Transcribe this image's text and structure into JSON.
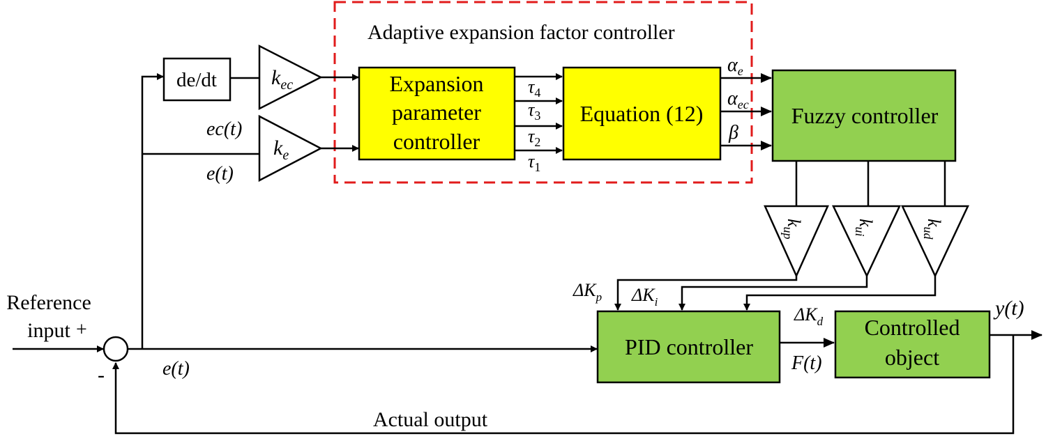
{
  "adaptive_group": {
    "title": "Adaptive expansion factor controller",
    "border_color": "#e11b1b"
  },
  "blocks": {
    "derivative": "de/dt",
    "expansion_line1": "Expansion",
    "expansion_line2": "parameter",
    "expansion_line3": "controller",
    "equation": "Equation (12)",
    "fuzzy": "Fuzzy controller",
    "pid": "PID controller",
    "plant_line1": "Controlled",
    "plant_line2": "object"
  },
  "gains": {
    "kec": {
      "base": "k",
      "sub": "ec"
    },
    "ke": {
      "base": "k",
      "sub": "e"
    },
    "kup": {
      "base": "k",
      "sub": "up"
    },
    "kui": {
      "base": "k",
      "sub": "ui"
    },
    "kud": {
      "base": "k",
      "sub": "ud"
    }
  },
  "signals": {
    "ec_t": "ec(t)",
    "e_t_upper": "e(t)",
    "e_t_lower": "e(t)",
    "tau4": {
      "base": "τ",
      "sub": "4"
    },
    "tau3": {
      "base": "τ",
      "sub": "3"
    },
    "tau2": {
      "base": "τ",
      "sub": "2"
    },
    "tau1": {
      "base": "τ",
      "sub": "1"
    },
    "alpha_e": {
      "base": "α",
      "sub": "e"
    },
    "alpha_ec": {
      "base": "α",
      "sub": "ec"
    },
    "beta": "β",
    "dKp": {
      "base": "ΔK",
      "sub": "p"
    },
    "dKi": {
      "base": "ΔK",
      "sub": "i"
    },
    "dKd": {
      "base": "ΔK",
      "sub": "d"
    },
    "F_t": "F(t)",
    "y_t": "y(t)"
  },
  "labels": {
    "reference_line1": "Reference",
    "reference_line2": "input",
    "plus": "+",
    "minus": "-",
    "actual_output": "Actual output"
  },
  "colors": {
    "yellow_block": "#ffff00",
    "green_block": "#92d050",
    "line": "#000000"
  }
}
